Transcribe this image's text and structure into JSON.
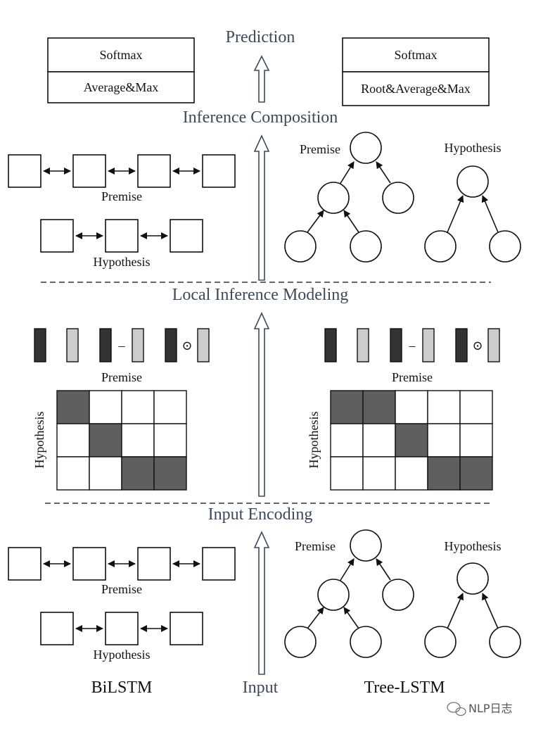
{
  "stages": {
    "prediction": "Prediction",
    "inference_composition": "Inference Composition",
    "local_inference_modeling": "Local Inference Modeling",
    "input_encoding": "Input Encoding",
    "input": "Input"
  },
  "models": {
    "left": "BiLSTM",
    "right": "Tree-LSTM"
  },
  "pooling": {
    "left": {
      "top": "Softmax",
      "bottom": "Average&Max"
    },
    "right": {
      "top": "Softmax",
      "bottom": "Root&Average&Max"
    }
  },
  "labels": {
    "premise": "Premise",
    "hypothesis": "Hypothesis"
  },
  "operators": {
    "minus": "–",
    "dot": "⊙"
  },
  "alignment": {
    "left": [
      [
        1,
        0,
        0,
        0
      ],
      [
        0,
        1,
        0,
        0
      ],
      [
        0,
        0,
        1,
        1
      ]
    ],
    "right": [
      [
        1,
        1,
        0,
        0,
        0
      ],
      [
        0,
        0,
        1,
        0,
        0
      ],
      [
        0,
        0,
        0,
        1,
        1
      ]
    ]
  },
  "colors": {
    "dark_cell": "#5f5f5f",
    "dark_bar": "#333333",
    "light_bar": "#cccccc",
    "stage_text": "#3a4a5c"
  },
  "watermark": "NLP日志"
}
